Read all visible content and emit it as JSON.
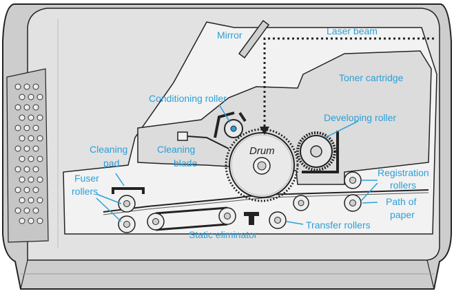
{
  "labels": {
    "mirror": "Mirror",
    "laser_beam": "Laser beam",
    "toner_cartridge": "Toner cartridge",
    "conditioning_roller": "Conditioning roller",
    "developing_roller": "Developing roller",
    "cleaning_blade_1": "Cleaning",
    "cleaning_blade_2": "blade",
    "drum": "Drum",
    "cleaning_pad_1": "Cleaning",
    "cleaning_pad_2": "pad",
    "fuser_rollers_1": "Fuser",
    "fuser_rollers_2": "rollers",
    "registration_rollers_1": "Registration",
    "registration_rollers_2": "rollers",
    "path_of_paper_1": "Path of",
    "path_of_paper_2": "paper",
    "transfer_rollers": "Transfer rollers",
    "static_eliminator": "Static eliminator"
  },
  "colors": {
    "label": "#2a9fd8",
    "case_light": "#e4e4e4",
    "case_mid": "#cfcfcf",
    "case_dark": "#b8b8b8",
    "outline": "#222222"
  }
}
